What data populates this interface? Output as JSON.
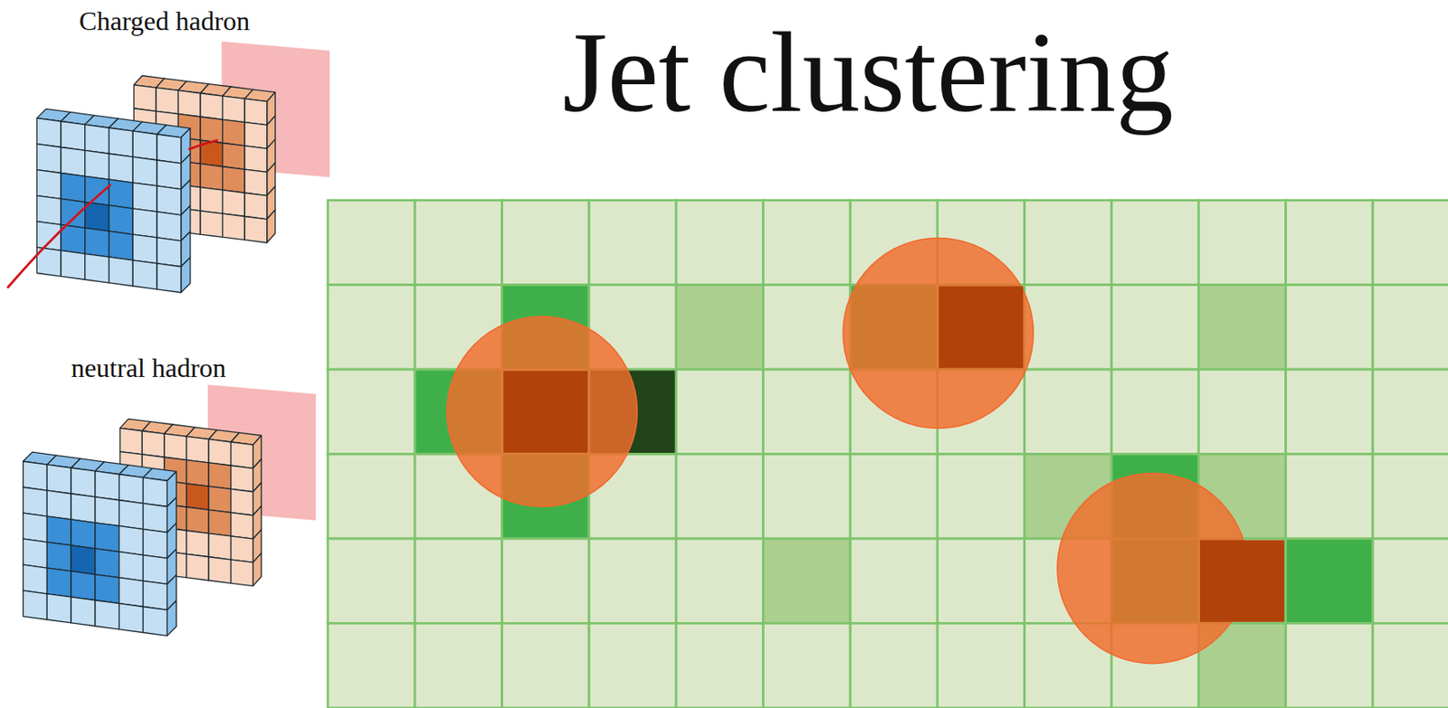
{
  "diagram": {
    "title": "Jet clustering",
    "labels": [
      "Charged hadron",
      "neutral hadron"
    ]
  }
}
